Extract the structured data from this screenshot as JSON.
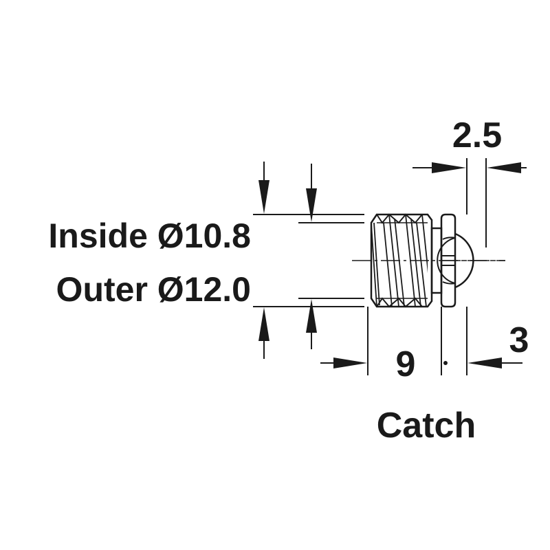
{
  "labels": {
    "inside_diameter": "Inside Ø10.8",
    "outer_diameter": "Outer Ø12.0",
    "catch": "Catch"
  },
  "dimensions": {
    "head_width": "2.5",
    "body_length": "9",
    "catch_offset": "3"
  },
  "colors": {
    "line": "#1a1a1a",
    "background": "#ffffff"
  }
}
